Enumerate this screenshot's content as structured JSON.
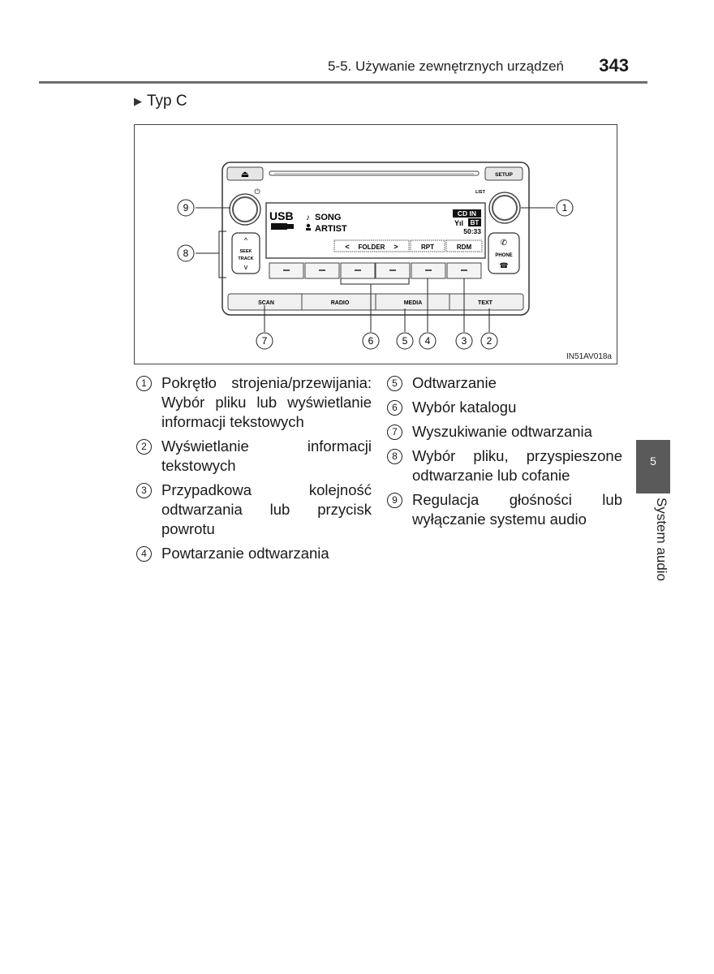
{
  "header": {
    "section": "5-5. Używanie zewnętrznych urządzeń",
    "page_number": "343"
  },
  "section_title": "Typ C",
  "figure": {
    "code": "IN51AV018a",
    "buttons": {
      "eject": "⏏",
      "setup": "SETUP",
      "list": "LIST",
      "power": "⏻",
      "seek": "SEEK",
      "track": "TRACK",
      "phone": "PHONE",
      "scan": "SCAN",
      "radio": "RADIO",
      "media": "MEDIA",
      "text": "TEXT"
    },
    "display": {
      "source": "USB",
      "song": "SONG",
      "artist": "ARTIST",
      "cd_in": "CD IN",
      "bt": "BT",
      "time": "50:33",
      "folder_prev": "<",
      "folder": "FOLDER",
      "folder_next": ">",
      "rpt": "RPT",
      "rdm": "RDM"
    },
    "callouts": [
      "1",
      "2",
      "3",
      "4",
      "5",
      "6",
      "7",
      "8",
      "9"
    ]
  },
  "legend": [
    {
      "num": "1",
      "text": "Pokrętło strojenia/przewijania: Wybór pliku lub wyświetlanie informacji tekstowych"
    },
    {
      "num": "2",
      "text": "Wyświetlanie informacji tekstowych"
    },
    {
      "num": "3",
      "text": "Przypadkowa kolejność odtwarzania lub przycisk powrotu"
    },
    {
      "num": "4",
      "text": "Powtarzanie odtwarzania"
    },
    {
      "num": "5",
      "text": "Odtwarzanie"
    },
    {
      "num": "6",
      "text": "Wybór katalogu"
    },
    {
      "num": "7",
      "text": "Wyszukiwanie odtwarzania"
    },
    {
      "num": "8",
      "text": "Wybór pliku, przyspieszone odtwarzanie lub cofanie"
    },
    {
      "num": "9",
      "text": "Regulacja głośności lub wyłączanie systemu audio"
    }
  ],
  "side_tab": {
    "number": "5",
    "label": "System audio"
  }
}
